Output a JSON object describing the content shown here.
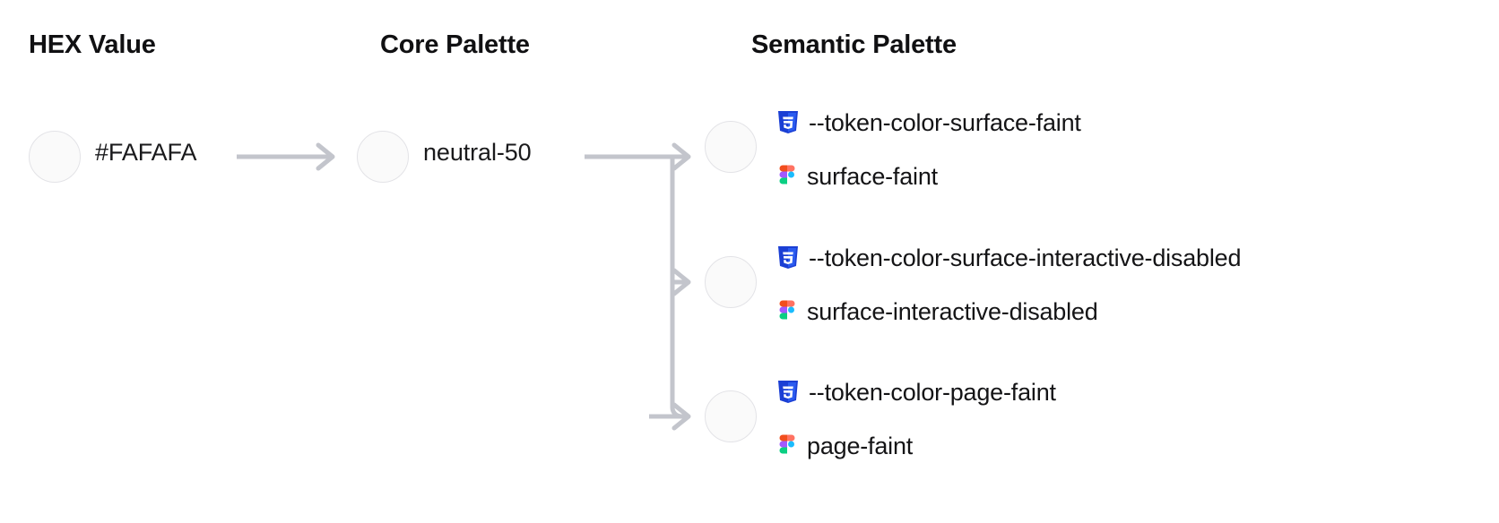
{
  "columns": {
    "hex": {
      "heading": "HEX Value"
    },
    "core": {
      "heading": "Core Palette"
    },
    "semantic": {
      "heading": "Semantic Palette"
    }
  },
  "hex": {
    "swatch_color": "#FAFAFA",
    "label": "#FAFAFA"
  },
  "core": {
    "swatch_color": "#FAFAFA",
    "label": "neutral-50"
  },
  "semantic": {
    "tokens": [
      {
        "swatch_color": "#FAFAFA",
        "css_icon": "css3-icon",
        "css_variable": "--token-color-surface-faint",
        "figma_icon": "figma-icon",
        "figma_name": "surface-faint"
      },
      {
        "swatch_color": "#FAFAFA",
        "css_icon": "css3-icon",
        "css_variable": "--token-color-surface-interactive-disabled",
        "figma_icon": "figma-icon",
        "figma_name": "surface-interactive-disabled"
      },
      {
        "swatch_color": "#FAFAFA",
        "css_icon": "css3-icon",
        "css_variable": "--token-color-page-faint",
        "figma_icon": "figma-icon",
        "figma_name": "page-faint"
      }
    ]
  },
  "colors": {
    "background": "#FFFFFF",
    "text": "#111113",
    "connector": "#C3C5CC",
    "swatch_border": "#E3E3E7",
    "css_brand_dark": "#1B3FD4",
    "css_brand_light": "#2B5CF0",
    "figma_orange": "#F24E1E",
    "figma_purple": "#A259FF",
    "figma_blue": "#1ABCFE",
    "figma_green": "#0ACF83",
    "figma_red": "#FF7262"
  },
  "connectors": {
    "hex_to_core": "arrow-right",
    "core_to_semantic": "branching-arrows",
    "branch_count": 3
  }
}
